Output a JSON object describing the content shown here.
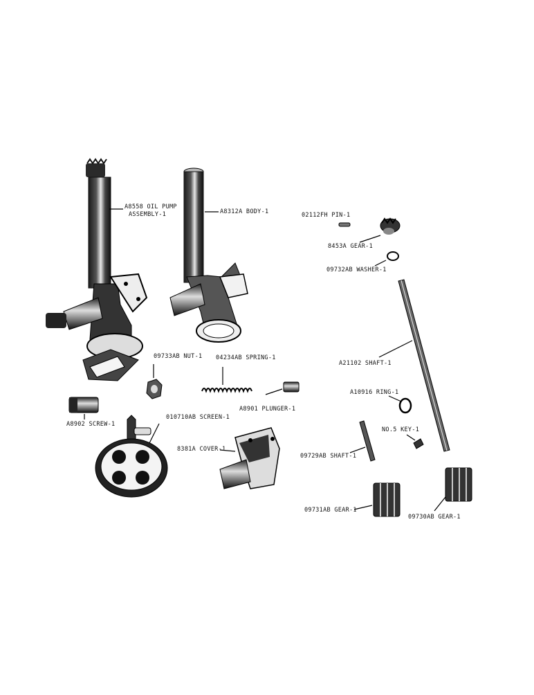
{
  "labels": {
    "oil_pump_assembly": "A8558 OIL PUMP",
    "oil_pump_assembly_2": "ASSEMBLY-1",
    "body": "A8312A BODY-1",
    "pin": "02112FH PIN-1",
    "gear_8453a": "8453A GEAR-1",
    "washer": "09732AB WASHER-1",
    "shaft_a21102": "A21102 SHAFT-1",
    "nut": "09733AB NUT-1",
    "spring": "04234AB SPRING-1",
    "plunger": "A8901 PLUNGER-1",
    "ring": "A10916 RING-1",
    "screw": "A8902 SCREW-1",
    "screen": "010710AB SCREEN-1",
    "cover": "8381A COVER-1",
    "key": "NO.5 KEY-1",
    "shaft_09729ab": "09729AB SHAFT-1",
    "gear_09731ab": "09731AB GEAR-1",
    "gear_09730ab": "09730AB GEAR-1"
  }
}
